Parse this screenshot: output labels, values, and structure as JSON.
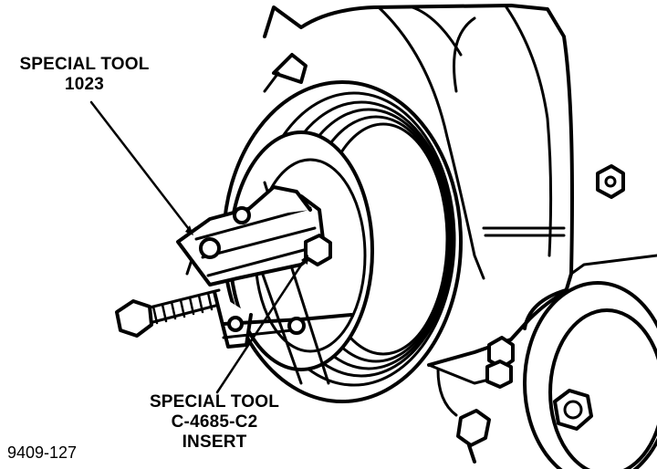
{
  "labels": {
    "special_tool_1023": {
      "line1": "SPECIAL TOOL",
      "line2": "1023"
    },
    "special_tool_insert": {
      "line1": "SPECIAL TOOL",
      "line2": "C-4685-C2",
      "line3": "INSERT"
    }
  },
  "figure_number": "9409-127",
  "colors": {
    "ink": "#000000",
    "paper": "#ffffff"
  }
}
